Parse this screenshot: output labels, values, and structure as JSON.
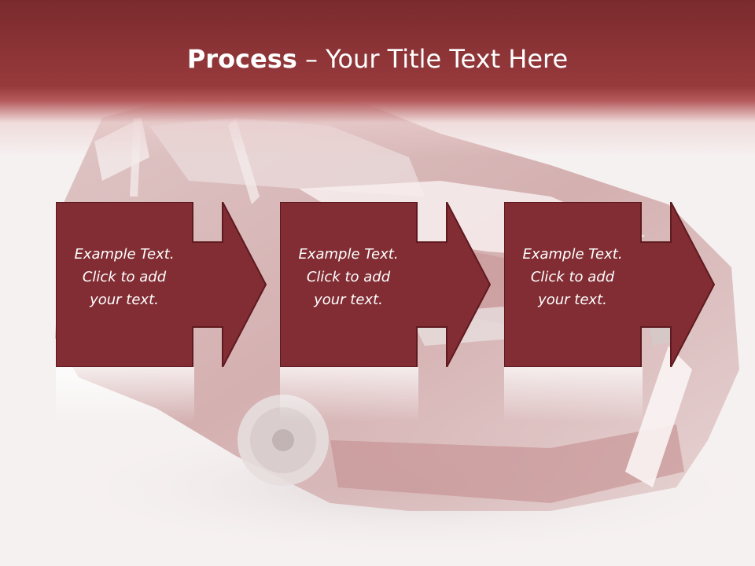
{
  "slide": {
    "title_bold": "Process",
    "title_rest": " – Your Title Text Here",
    "colors": {
      "accent": "#812d33",
      "accent_border": "#5e1a1f",
      "header": "#8a3335"
    },
    "background_image": "crashed-red-car",
    "steps": [
      {
        "line1": "Example Text.",
        "line2": "Click  to add",
        "line3": "your text."
      },
      {
        "line1": "Example Text.",
        "line2": "Click  to add",
        "line3": "your text."
      },
      {
        "line1": "Example Text.",
        "line2": "Click  to add",
        "line3": "your text."
      }
    ]
  }
}
